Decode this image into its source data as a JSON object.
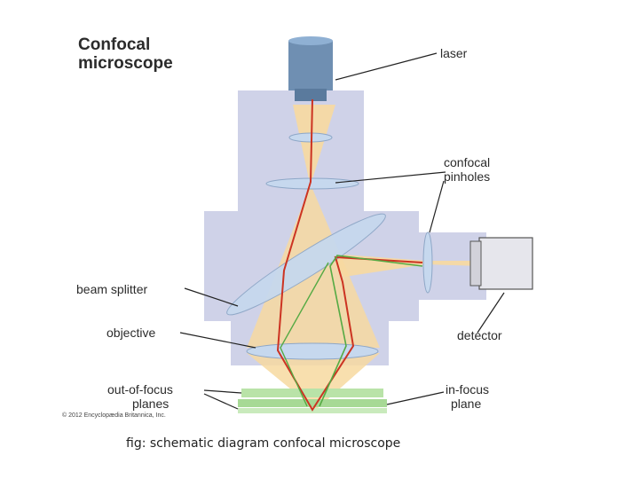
{
  "title": {
    "line1": "Confocal",
    "line2": "microscope"
  },
  "labels": {
    "laser": "laser",
    "confocal_pinholes_line1": "confocal",
    "confocal_pinholes_line2": "pinholes",
    "beam_splitter": "beam splitter",
    "objective": "objective",
    "detector": "detector",
    "out_of_focus_line1": "out-of-focus",
    "out_of_focus_line2": "planes",
    "in_focus_line1": "in-focus",
    "in_focus_line2": "plane"
  },
  "copyright": "© 2012 Encyclopædia Britannica, Inc.",
  "caption": "fig: schematic diagram confocal microscope",
  "colors": {
    "body": "#cfd2e8",
    "laser_body": "#6f8fb2",
    "light_cone": "#f7d9a0",
    "laser_beam": "#cc3322",
    "fluorescence_beam": "#55aa44",
    "lens": "#c6d8ee",
    "specimen": "#b9e3a8"
  }
}
